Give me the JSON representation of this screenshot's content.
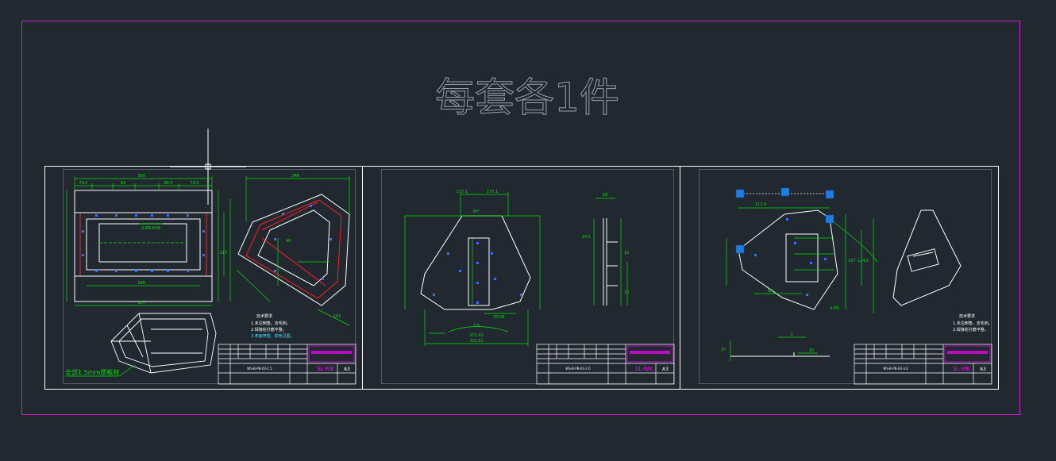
{
  "drawing": {
    "title": "每套各1件",
    "colors": {
      "background": "#212830",
      "border_magenta": "#c21fc9",
      "white": "#ffffff",
      "green": "#00e000",
      "red": "#ff2020",
      "blue": "#3a6cff",
      "grip": "#1e7de0",
      "title_text": "#9aa0a6",
      "title_block_magenta": "#ff00ff"
    },
    "sheets": [
      {
        "id": "sheet-1",
        "project": "SL-WK",
        "code": "WS-B-PB-03-1.5",
        "size": "A3",
        "note_heading": "技术要求",
        "notes": [
          "1.未注倒角，去毛刺。",
          "2.焊接处打磨平整。",
          "3.表面喷塑，颜色见图。"
        ],
        "plate_label": "全部1.5mm厚板材",
        "dims_top": [
          "360",
          "79.5",
          "63",
          "38.5",
          "79.5"
        ],
        "hole_label": "2-Ø6.6H8",
        "dims_bottom": [
          "288",
          "327"
        ],
        "side_dims": [
          "348",
          "46",
          "217",
          "161"
        ]
      },
      {
        "id": "sheet-2",
        "project": "SL-WK",
        "code": "WS-B-PB-03-2.0",
        "size": "A3",
        "dims_top": [
          "177.1",
          "177.1",
          "90°"
        ],
        "dims_bottom": [
          "272.91",
          "321.91",
          "3.8",
          "70.58"
        ],
        "side_dims": [
          "18",
          "14.5",
          "16",
          "16"
        ]
      },
      {
        "id": "sheet-3",
        "project": "SL-WK",
        "code": "WS-B-PB-03-3.0",
        "size": "A3",
        "note_heading": "技术要求",
        "notes": [
          "1.未注倒角，去毛刺。",
          "2.焊接处打磨平整。"
        ],
        "dims": [
          "117.4",
          "124.1",
          "187",
          "68",
          "4-Ø5"
        ],
        "bottom_dims": [
          "20",
          "3",
          "15"
        ]
      }
    ]
  }
}
